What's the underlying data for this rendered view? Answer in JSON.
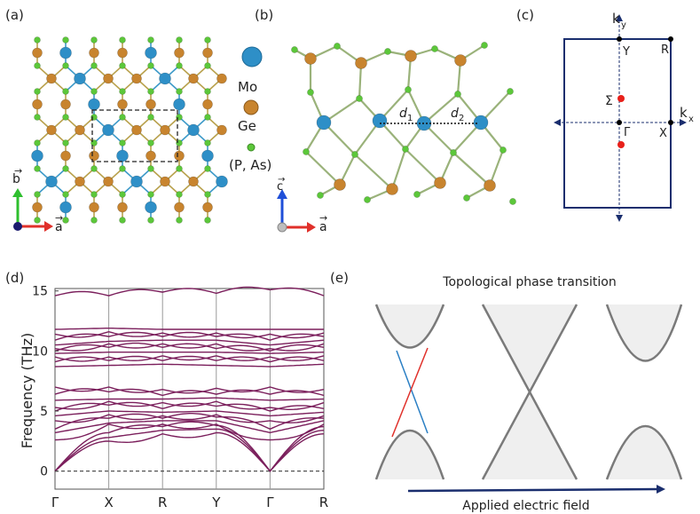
{
  "panel_labels": [
    "(a)",
    "(b)",
    "(c)",
    "(d)",
    "(e)"
  ],
  "legend": {
    "species": [
      {
        "name": "Mo",
        "color": "#2e8fc7"
      },
      {
        "name": "Ge",
        "color": "#c8842e"
      },
      {
        "name": "(P, As)",
        "color": "#5cc73a"
      }
    ]
  },
  "panel_a": {
    "axis_b": "b",
    "axis_a": "a"
  },
  "panel_b": {
    "axis_c": "c",
    "axis_a": "a",
    "d1": "d",
    "d1_sub": "1",
    "d2": "d",
    "d2_sub": "2"
  },
  "panel_c": {
    "ky": "k",
    "ky_sub": "y",
    "kx": "k",
    "kx_sub": "x",
    "points": {
      "Y": "Y",
      "R": "R",
      "Sigma": "Σ",
      "Gamma": "Γ",
      "X": "X"
    }
  },
  "panel_e": {
    "title": "Topological phase transition",
    "xlabel": "Applied electric field"
  },
  "chart_data": {
    "type": "line",
    "ylabel": "Frequency  (THz)",
    "ylim": [
      -1.5,
      15.2
    ],
    "yticks": [
      0,
      5,
      10,
      15
    ],
    "kpath": [
      "Γ",
      "X",
      "R",
      "Y",
      "Γ",
      "R"
    ],
    "kpath_positions": [
      0,
      1,
      2,
      3,
      4,
      5
    ],
    "grid_vertical_at_kpoints": true,
    "zero_line": "dashed",
    "line_color": "#7b1f5c",
    "band_endpoints": [
      {
        "k": "Γ",
        "values": [
          0,
          0,
          0,
          2.6,
          3.2,
          3.5,
          4.2,
          4.6,
          5.0,
          5.3,
          5.9,
          6.4,
          7.0,
          8.7,
          9.1,
          9.5,
          9.8,
          10.0,
          10.2,
          10.5,
          10.9,
          11.4,
          11.8,
          14.6
        ]
      },
      {
        "k": "X",
        "values": [
          2.5,
          2.8,
          3.2,
          3.9,
          4.0,
          4.4,
          4.7,
          5.0,
          5.5,
          5.8,
          6.0,
          6.6,
          7.0,
          8.8,
          9.2,
          9.5,
          9.9,
          10.3,
          10.6,
          10.8,
          11.2,
          11.6,
          11.9,
          14.6
        ]
      },
      {
        "k": "R",
        "values": [
          3.1,
          3.4,
          3.7,
          3.9,
          4.2,
          4.4,
          4.6,
          4.9,
          5.2,
          5.7,
          6.0,
          6.3,
          6.8,
          8.9,
          9.2,
          9.6,
          9.9,
          10.3,
          10.6,
          10.9,
          11.2,
          11.5,
          11.8,
          14.9
        ]
      },
      {
        "k": "Y",
        "values": [
          3.2,
          3.5,
          3.8,
          3.9,
          4.2,
          4.5,
          4.7,
          5.0,
          5.4,
          5.8,
          6.1,
          6.4,
          6.9,
          8.8,
          9.2,
          9.6,
          9.9,
          10.2,
          10.6,
          10.9,
          11.2,
          11.5,
          11.8,
          14.8
        ]
      },
      {
        "k": "Γ",
        "values": [
          0,
          0,
          0,
          2.6,
          3.2,
          3.5,
          4.2,
          4.6,
          5.0,
          5.3,
          5.9,
          6.4,
          7.0,
          8.7,
          9.1,
          9.5,
          9.8,
          10.0,
          10.2,
          10.5,
          10.9,
          11.4,
          11.8,
          15.1
        ]
      },
      {
        "k": "R",
        "values": [
          3.1,
          3.4,
          3.7,
          3.9,
          4.2,
          4.4,
          4.6,
          4.9,
          5.2,
          5.7,
          6.0,
          6.3,
          6.8,
          8.9,
          9.2,
          9.6,
          9.9,
          10.3,
          10.6,
          10.9,
          11.2,
          11.5,
          11.8,
          14.6
        ]
      }
    ]
  }
}
